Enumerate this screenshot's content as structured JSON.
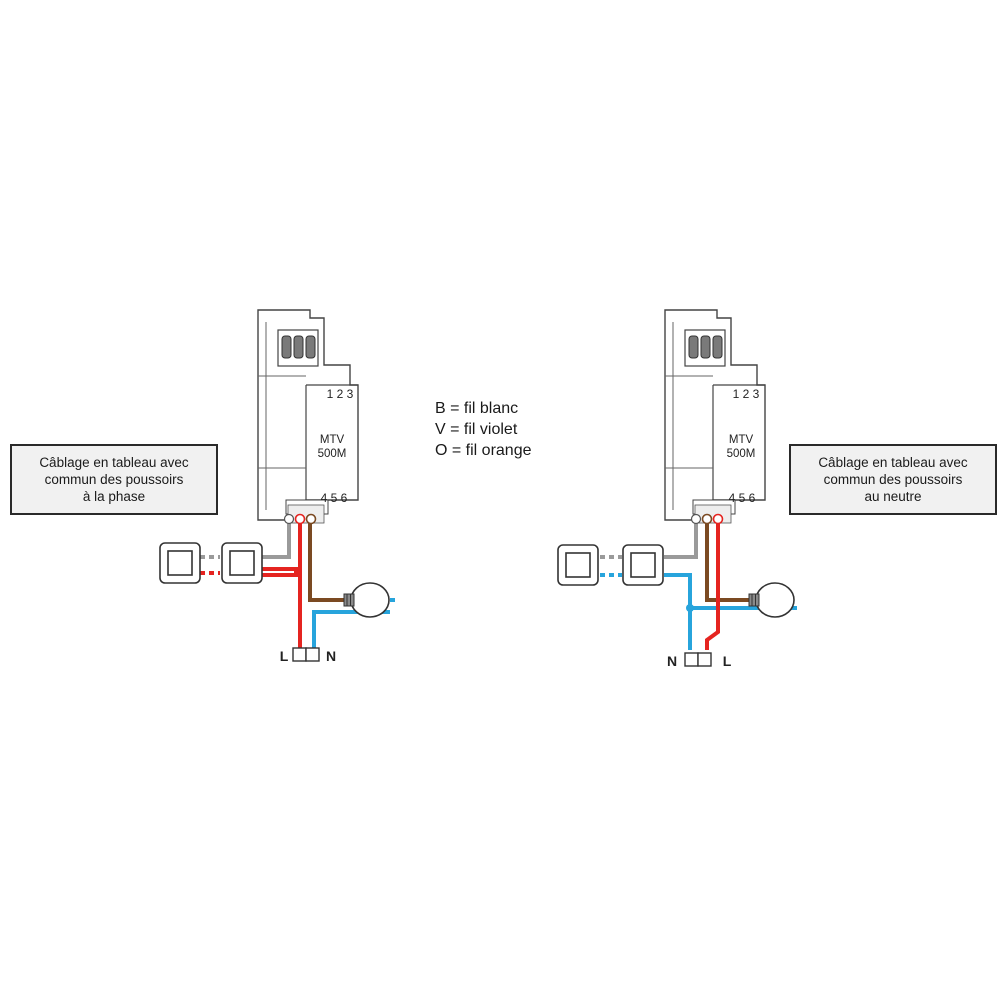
{
  "legend": [
    "B = fil blanc",
    "V = fil violet",
    "O = fil orange"
  ],
  "left": {
    "caption": [
      "Câblage en tableau avec",
      "commun des poussoirs",
      "à la phase"
    ],
    "module": {
      "model": "MTV",
      "ref": "500M",
      "top_terminals": [
        "1",
        "2",
        "3"
      ],
      "bottom_terminals": [
        "4",
        "5",
        "6"
      ]
    },
    "supply": {
      "left": "L",
      "right": "N"
    }
  },
  "right": {
    "caption": [
      "Câblage en tableau avec",
      "commun des poussoirs",
      "au neutre"
    ],
    "module": {
      "model": "MTV",
      "ref": "500M",
      "top_terminals": [
        "1",
        "2",
        "3"
      ],
      "bottom_terminals": [
        "4",
        "5",
        "6"
      ]
    },
    "supply": {
      "left": "N",
      "right": "L"
    }
  },
  "colors": {
    "phase": "#e52420",
    "neutral": "#27a4dc",
    "switched": "#7b4a22",
    "control": "#9a9a9a",
    "outline": "#444444"
  }
}
